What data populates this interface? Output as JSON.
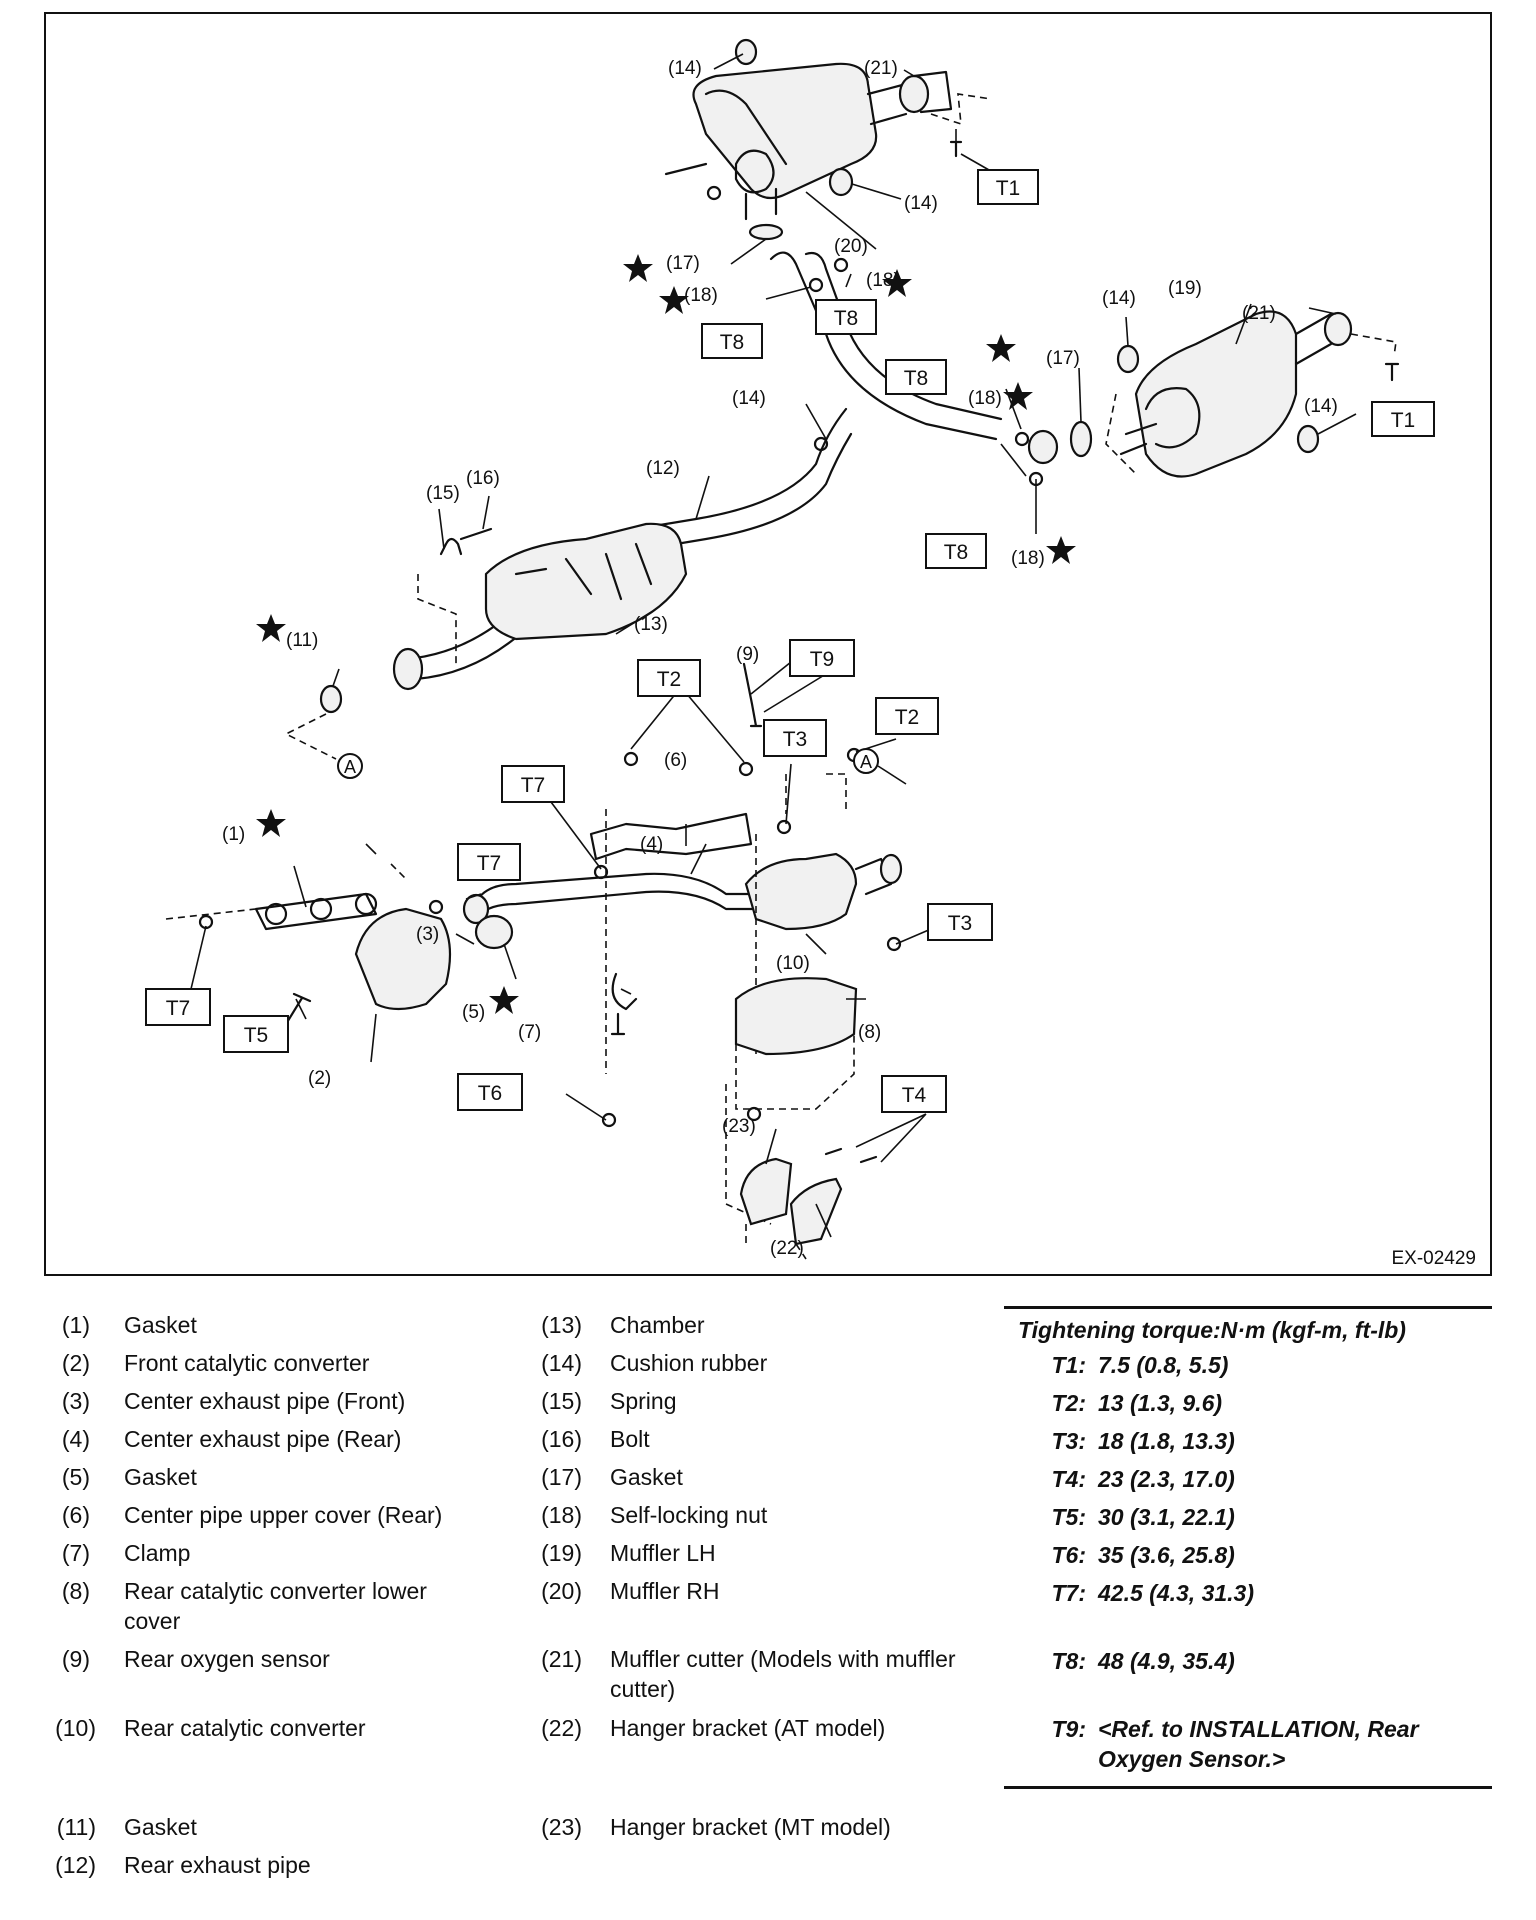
{
  "diagram": {
    "code": "EX-02429",
    "torque_boxes": [
      "T1",
      "T2",
      "T3",
      "T4",
      "T5",
      "T6",
      "T7",
      "T8",
      "T9"
    ],
    "callouts": [
      "(1)",
      "(2)",
      "(3)",
      "(4)",
      "(5)",
      "(6)",
      "(7)",
      "(8)",
      "(9)",
      "(10)",
      "(11)",
      "(12)",
      "(13)",
      "(14)",
      "(15)",
      "(16)",
      "(17)",
      "(18)",
      "(19)",
      "(20)",
      "(21)",
      "(22)",
      "(23)"
    ],
    "connector": "A"
  },
  "parts": [
    {
      "num": "(1)",
      "name": "Gasket"
    },
    {
      "num": "(2)",
      "name": "Front catalytic converter"
    },
    {
      "num": "(3)",
      "name": "Center exhaust pipe (Front)"
    },
    {
      "num": "(4)",
      "name": "Center exhaust pipe (Rear)"
    },
    {
      "num": "(5)",
      "name": "Gasket"
    },
    {
      "num": "(6)",
      "name": "Center pipe upper cover (Rear)"
    },
    {
      "num": "(7)",
      "name": "Clamp"
    },
    {
      "num": "(8)",
      "name": "Rear catalytic converter lower cover"
    },
    {
      "num": "(9)",
      "name": "Rear oxygen sensor"
    },
    {
      "num": "(10)",
      "name": "Rear catalytic converter"
    },
    {
      "num": "(11)",
      "name": "Gasket"
    },
    {
      "num": "(12)",
      "name": "Rear exhaust pipe"
    },
    {
      "num": "(13)",
      "name": "Chamber"
    },
    {
      "num": "(14)",
      "name": "Cushion rubber"
    },
    {
      "num": "(15)",
      "name": "Spring"
    },
    {
      "num": "(16)",
      "name": "Bolt"
    },
    {
      "num": "(17)",
      "name": "Gasket"
    },
    {
      "num": "(18)",
      "name": "Self-locking nut"
    },
    {
      "num": "(19)",
      "name": "Muffler LH"
    },
    {
      "num": "(20)",
      "name": "Muffler RH"
    },
    {
      "num": "(21)",
      "name": "Muffler cutter (Models with muffler cutter)"
    },
    {
      "num": "(22)",
      "name": "Hanger bracket (AT model)"
    },
    {
      "num": "(23)",
      "name": "Hanger bracket (MT model)"
    }
  ],
  "torque": {
    "heading": "Tightening torque:N·m (kgf-m, ft-lb)",
    "rows": [
      {
        "label": "T1:",
        "value": "7.5 (0.8, 5.5)"
      },
      {
        "label": "T2:",
        "value": "13 (1.3, 9.6)"
      },
      {
        "label": "T3:",
        "value": "18 (1.8, 13.3)"
      },
      {
        "label": "T4:",
        "value": "23 (2.3, 17.0)"
      },
      {
        "label": "T5:",
        "value": "30 (3.1, 22.1)"
      },
      {
        "label": "T6:",
        "value": "35 (3.6, 25.8)"
      },
      {
        "label": "T7:",
        "value": "42.5 (4.3, 31.3)"
      },
      {
        "label": "T8:",
        "value": "48 (4.9, 35.4)"
      },
      {
        "label": "T9:",
        "value": "<Ref. to INSTALLATION, Rear Oxygen Sensor.>"
      }
    ]
  }
}
